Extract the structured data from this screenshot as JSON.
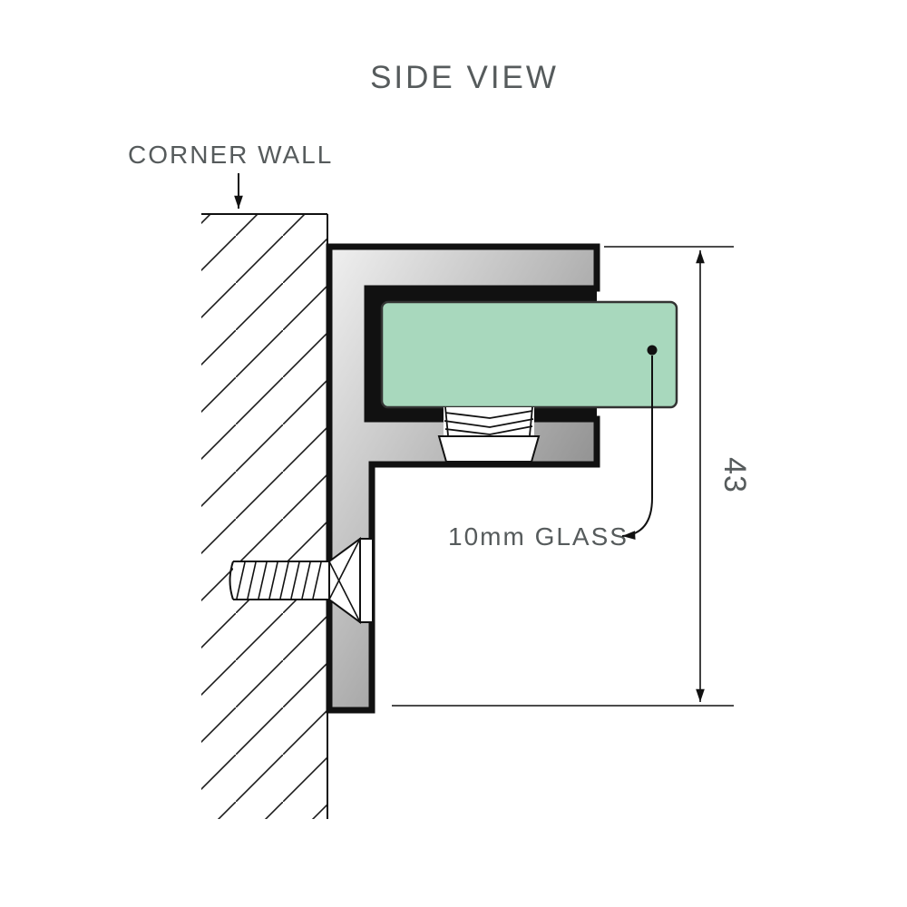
{
  "title": "SIDE VIEW",
  "labels": {
    "corner_wall": "CORNER WALL",
    "glass": "10mm GLASS",
    "dimension": "43"
  },
  "colors": {
    "text": "#565b5c",
    "line": "#111111",
    "glass_fill": "#a8d8bd",
    "glass_border": "#333333",
    "bracket_gradient_light": "#efefef",
    "bracket_gradient_dark": "#6e6e6e",
    "slot_fill": "#111111",
    "background": "#ffffff"
  }
}
